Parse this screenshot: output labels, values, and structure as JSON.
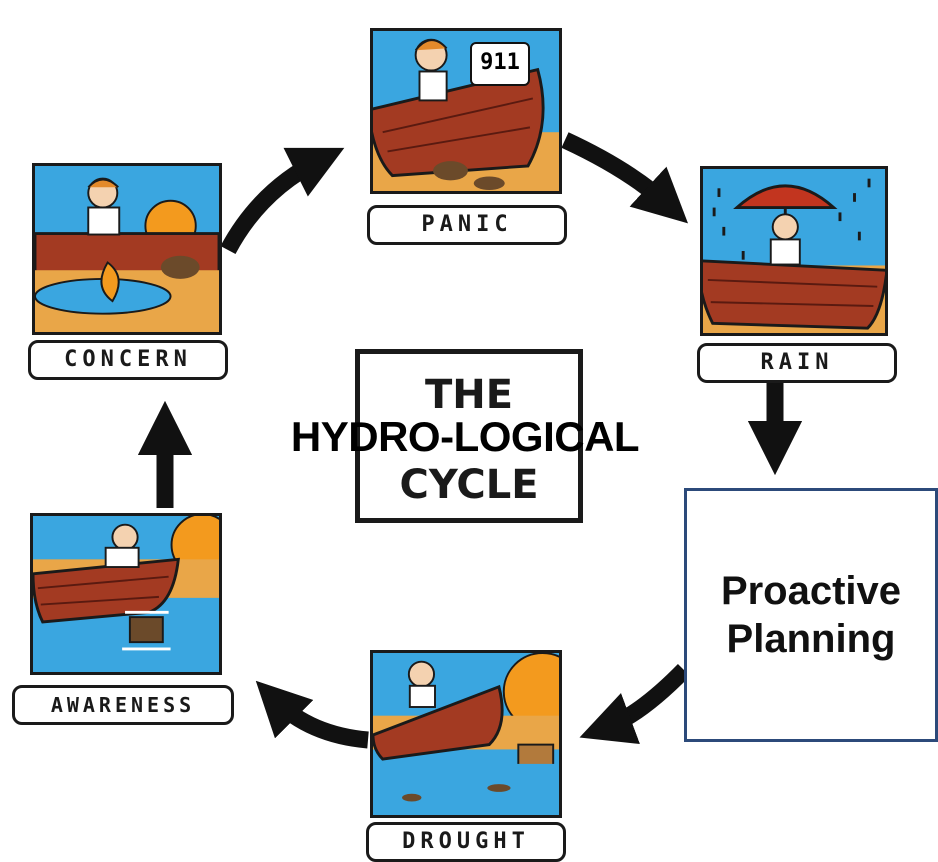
{
  "center": {
    "line1": "THE",
    "line2": "HYDRO-LOGICAL",
    "line3": "CYCLE"
  },
  "stages": [
    {
      "id": "panic",
      "label": "PANIC",
      "badge": "911"
    },
    {
      "id": "rain",
      "label": "RAIN"
    },
    {
      "id": "drought",
      "label": "DROUGHT"
    },
    {
      "id": "awareness",
      "label": "AWARENESS"
    },
    {
      "id": "concern",
      "label": "CONCERN"
    }
  ],
  "callout": {
    "line1": "Proactive",
    "line2": "Planning"
  },
  "colors": {
    "water": "#3aa6e0",
    "ground": "#e9a648",
    "boat": "#a33a22",
    "sun": "#f39a1e",
    "ink": "#1a1a1a",
    "callout_border": "#2c4a7a"
  }
}
